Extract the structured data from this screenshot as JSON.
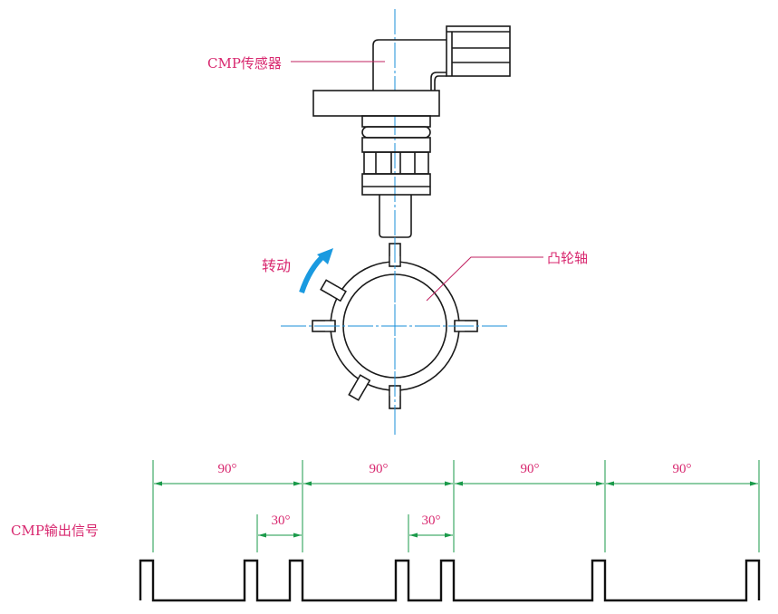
{
  "labels": {
    "sensor": "CMP传感器",
    "rotation": "转动",
    "camshaft": "凸轮轴",
    "output_signal": "CMP输出信号"
  },
  "dimensions": {
    "segments": [
      "90°",
      "90°",
      "90°",
      "90°"
    ],
    "pulse_gaps": [
      "30°",
      "30°"
    ]
  },
  "cam": {
    "tooth_angles_deg": [
      0,
      90,
      150,
      180,
      240,
      270
    ]
  },
  "colors": {
    "label": "#d8286f",
    "dimension": "#1a9a4a",
    "centerline": "#1a8fd8",
    "arrow": "#1a9ae0",
    "line": "#1a1a1a"
  }
}
